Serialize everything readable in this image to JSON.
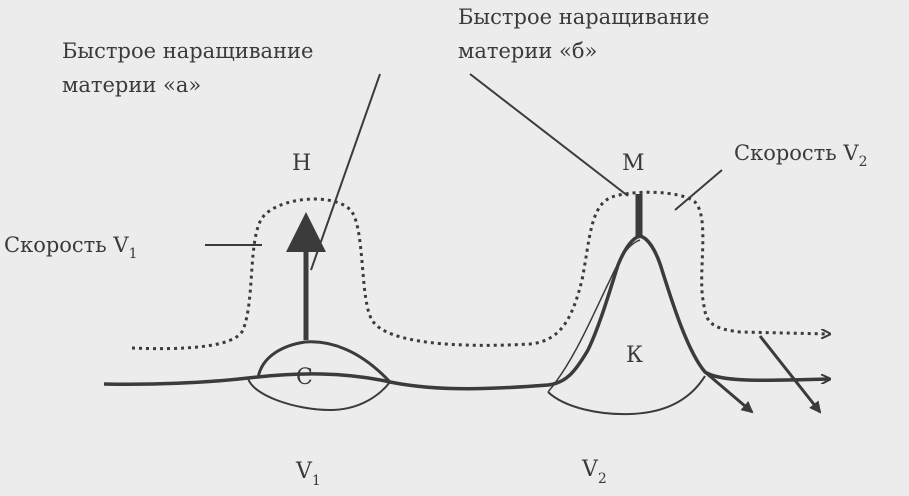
{
  "caption_a": {
    "line1": "Быстрое наращивание",
    "line2": "материи «а»"
  },
  "caption_b": {
    "line1": "Быстрое наращивание",
    "line2": "материи «б»"
  },
  "speed_1": {
    "text": "Скорость V",
    "sub": "1"
  },
  "speed_2": {
    "text": "Скорость V",
    "sub": "2"
  },
  "letters": {
    "h": "Н",
    "m": "М",
    "c": "С",
    "k": "К"
  },
  "bottom": {
    "v1": {
      "text": "V",
      "sub": "1"
    },
    "v2": {
      "text": "V",
      "sub": "2"
    }
  },
  "colors": {
    "line": "#3b3b3b",
    "background": "#ececec"
  }
}
